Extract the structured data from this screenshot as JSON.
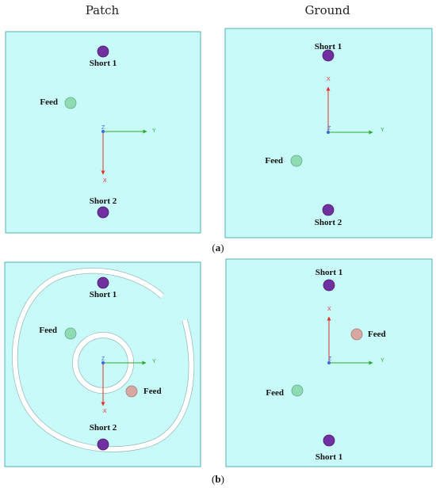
{
  "columns": {
    "left": "Patch",
    "right": "Ground"
  },
  "panels": {
    "a": {
      "label_open": "(",
      "label_letter": "a",
      "label_close": ")",
      "patch": {
        "short1": "Short 1",
        "short2": "Short 2",
        "feed": "Feed",
        "axes": {
          "z": "Z",
          "y": "Y",
          "x": "X"
        }
      },
      "ground": {
        "short1": "Short 1",
        "short2": "Short 2",
        "feed": "Feed",
        "axes": {
          "z": "Z",
          "y": "Y",
          "x": "X"
        }
      }
    },
    "b": {
      "label_open": "(",
      "label_letter": "b",
      "label_close": ")",
      "patch": {
        "short1": "Short 1",
        "short2": "Short 2",
        "feed_green": "Feed",
        "feed_pink": "Feed",
        "axes": {
          "z": "Z",
          "y": "Y",
          "x": "X"
        }
      },
      "ground": {
        "short1_top": "Short 1",
        "short1_bottom": "Short 1",
        "feed_green": "Feed",
        "feed_pink": "Feed",
        "axes": {
          "z": "Z",
          "y": "Y",
          "x": "X"
        }
      }
    }
  },
  "colors": {
    "board_fill": "#c9fafa",
    "board_stroke": "#55b0b0",
    "short_pin": "#7030a0",
    "feed_green": "#8fdcb4",
    "feed_pink": "#d8a8a4",
    "axis_x": "#e0322a",
    "axis_y": "#2ea82e",
    "axis_z": "#3a6adc",
    "slot_white": "#ffffff"
  }
}
